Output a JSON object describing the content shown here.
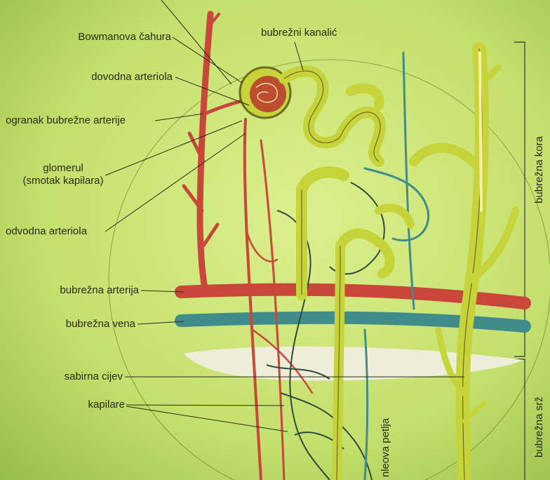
{
  "labels": {
    "bowman": "Bowmanova čahura",
    "afferent": "dovodna arteriola",
    "branch": "ogranak bubrežne arterije",
    "glomerul_1": "glomerul",
    "glomerul_2": "(smotak kapilara)",
    "efferent": "odvodna arteriola",
    "artery": "bubrežna arterija",
    "vein": "bubrežna vena",
    "collecting": "sabirna cijev",
    "capillaries": "kapilare",
    "tubule": "bubrežni kanalić",
    "loop": "nleova petlja",
    "cortex": "bubrežna kora",
    "medulla": "bubrežna srž"
  },
  "colors": {
    "background_light": "#d9ef8a",
    "background_dark": "#9cc24a",
    "artery": "#c8463a",
    "vein": "#3f8c8a",
    "tubule": "#c6d33a",
    "tubule_outline": "#6f6a1e",
    "text": "#2a2a18"
  }
}
